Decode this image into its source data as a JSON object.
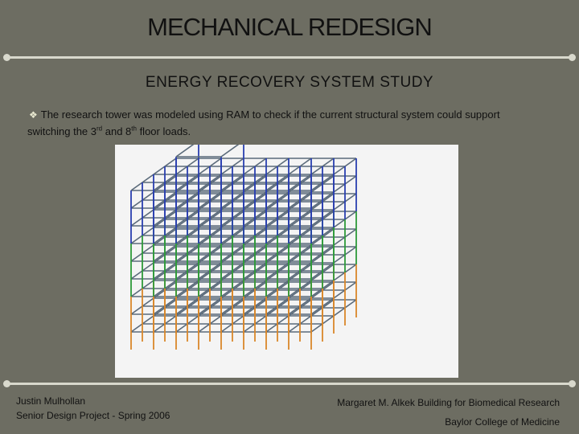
{
  "slide": {
    "title": "MECHANICAL REDESIGN",
    "subtitle": "ENERGY RECOVERY SYSTEM STUDY",
    "bullet": {
      "line1": "The research tower was modeled using RAM to check if the current structural system could support",
      "line2_pre": "switching the 3",
      "line2_sup1": "rd",
      "line2_mid": " and 8",
      "line2_sup2": "th",
      "line2_post": " floor loads."
    },
    "footer_left": {
      "line1": "Justin Mulhollan",
      "line2": "Senior Design Project - Spring 2006"
    },
    "footer_right": {
      "line1": "Margaret M. Alkek Building for Biomedical Research",
      "line2": "Baylor College of Medicine"
    }
  },
  "colors": {
    "background": "#6d6d62",
    "rule": "#d8d8cc",
    "grid": "#5a6a7a",
    "column_blue": "#2a3fb0",
    "column_green": "#2e9a3a",
    "column_orange": "#d9872a"
  }
}
